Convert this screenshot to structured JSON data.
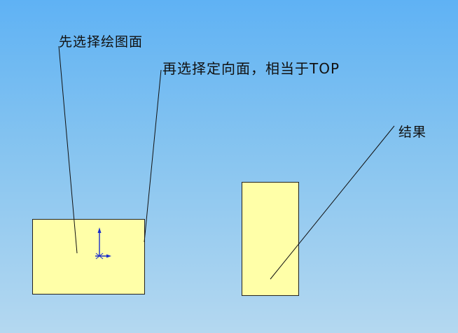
{
  "labels": {
    "sketch_face": "先选择绘图面",
    "orientation_face": "再选择定向面，相当于TOP",
    "result": "结果"
  },
  "colors": {
    "background_top": "#5fb2f4",
    "background_bottom": "#b4d8f0",
    "face_fill": "#ffffa8",
    "leader_line": "#111111",
    "origin_marker": "#1a2ccc"
  },
  "icons": {
    "origin": "coordinate-origin-icon"
  }
}
